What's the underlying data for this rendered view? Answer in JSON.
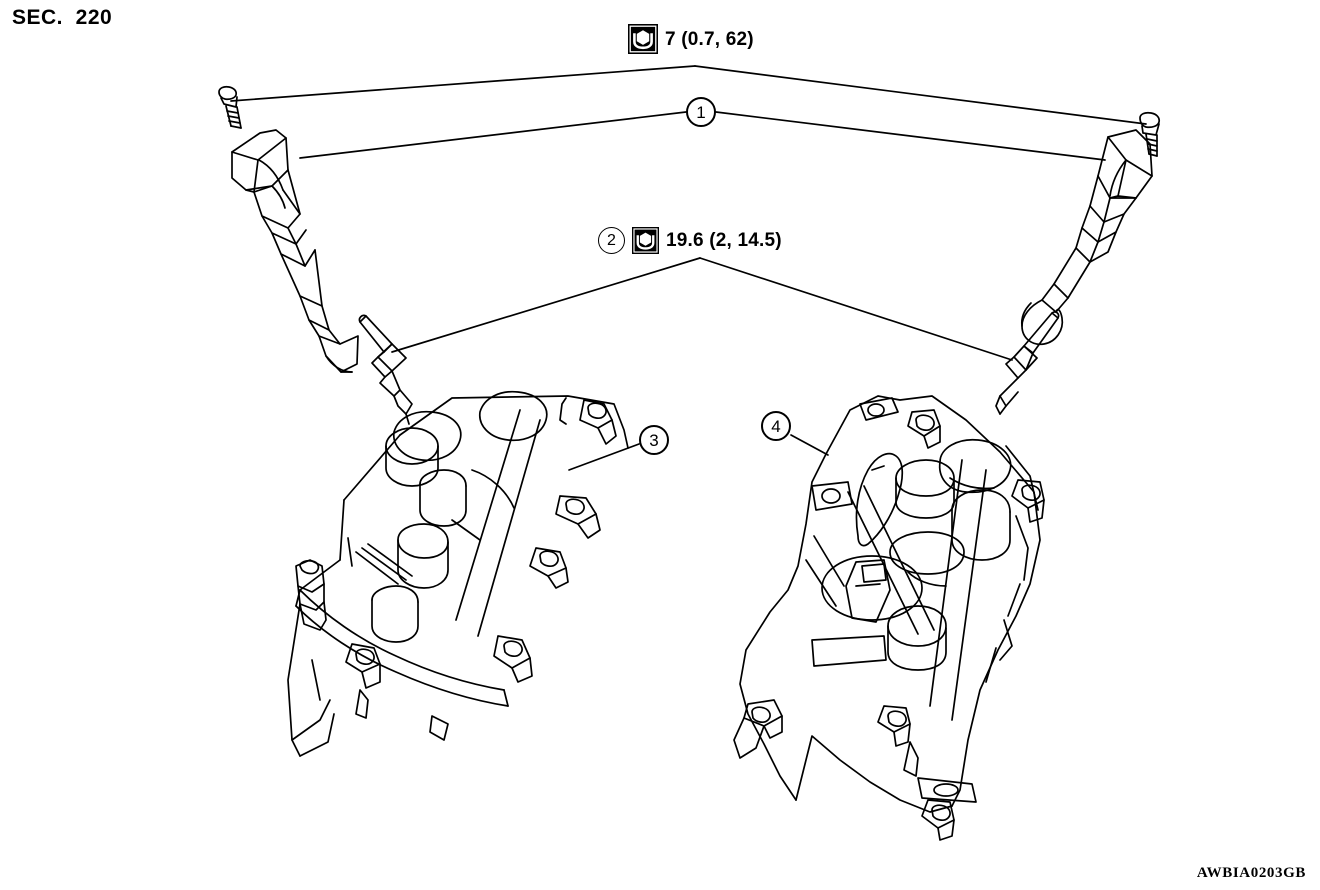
{
  "document": {
    "section_label": "SEC.  220",
    "drawing_id": "AWBIA0203GB",
    "background_color": "#ffffff",
    "line_color": "#000000"
  },
  "torque_specs": [
    {
      "id": "torque-1",
      "icon": "torque-wrench-icon",
      "value": "7 (0.7, 62)",
      "applies_to": "ignition-coil-mounting-bolt"
    },
    {
      "id": "torque-2",
      "item_number": "2",
      "icon": "torque-wrench-icon",
      "value": "19.6 (2, 14.5)",
      "applies_to": "spark-plug"
    }
  ],
  "callouts": [
    {
      "id": "callout-1",
      "number": "1",
      "part": "ignition-coil"
    },
    {
      "id": "callout-2",
      "number": "2",
      "part": "spark-plug"
    },
    {
      "id": "callout-3",
      "number": "3",
      "part": "rocker-cover-left"
    },
    {
      "id": "callout-4",
      "number": "4",
      "part": "rocker-cover-right"
    }
  ],
  "parts": [
    {
      "name": "ignition-coil-left"
    },
    {
      "name": "ignition-coil-right"
    },
    {
      "name": "coil-mounting-bolt-left"
    },
    {
      "name": "coil-mounting-bolt-right"
    },
    {
      "name": "spark-plug-left"
    },
    {
      "name": "spark-plug-right"
    },
    {
      "name": "rocker-cover-left"
    },
    {
      "name": "rocker-cover-right"
    }
  ]
}
